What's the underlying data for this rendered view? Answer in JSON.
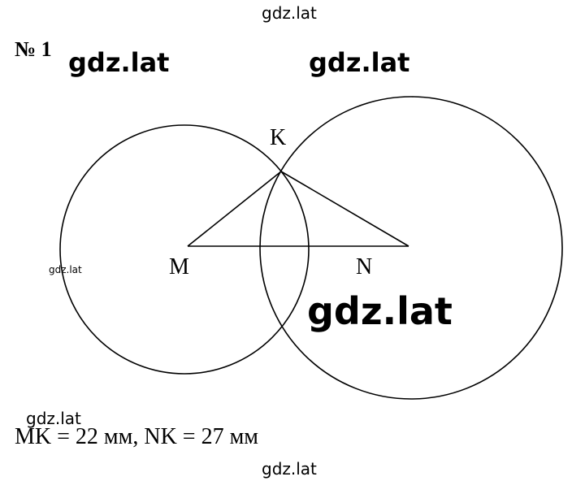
{
  "task_number": "№ 1",
  "watermarks": {
    "top": "gdz.lat",
    "header_left": "gdz.lat",
    "header_right": "gdz.lat",
    "left_small": "gdz.lat",
    "center_big": "gdz.lat",
    "bottom_left": "gdz.lat",
    "bottom_center": "gdz.lat"
  },
  "diagram": {
    "points": {
      "K": "K",
      "M": "M",
      "N": "N"
    }
  },
  "answer": "MK = 22 мм, NK = 27 мм"
}
